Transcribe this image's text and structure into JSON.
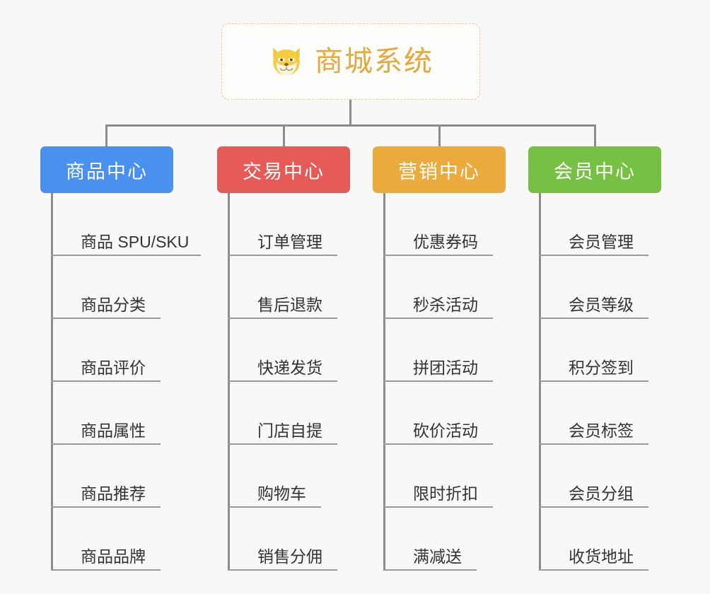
{
  "diagram": {
    "type": "mindmap",
    "background_color": "#f8f8f8",
    "connector_color": "#8c8c8c",
    "root": {
      "title": "商城系统",
      "icon": "shiba-dog-face-emoji",
      "text_color": "#e3a93a",
      "border_color": "#eec983",
      "background_color": "#fdfdfb"
    },
    "branches": [
      {
        "label": "商品中心",
        "color": "#4a90ee",
        "items": [
          "商品 SPU/SKU",
          "商品分类",
          "商品评价",
          "商品属性",
          "商品推荐",
          "商品品牌"
        ]
      },
      {
        "label": "交易中心",
        "color": "#e45b58",
        "items": [
          "订单管理",
          "售后退款",
          "快递发货",
          "门店自提",
          "购物车",
          "销售分佣"
        ]
      },
      {
        "label": "营销中心",
        "color": "#eaaa3c",
        "items": [
          "优惠券码",
          "秒杀活动",
          "拼团活动",
          "砍价活动",
          "限时折扣",
          "满减送"
        ]
      },
      {
        "label": "会员中心",
        "color": "#76c044",
        "items": [
          "会员管理",
          "会员等级",
          "积分签到",
          "会员标签",
          "会员分组",
          "收货地址"
        ]
      }
    ]
  }
}
